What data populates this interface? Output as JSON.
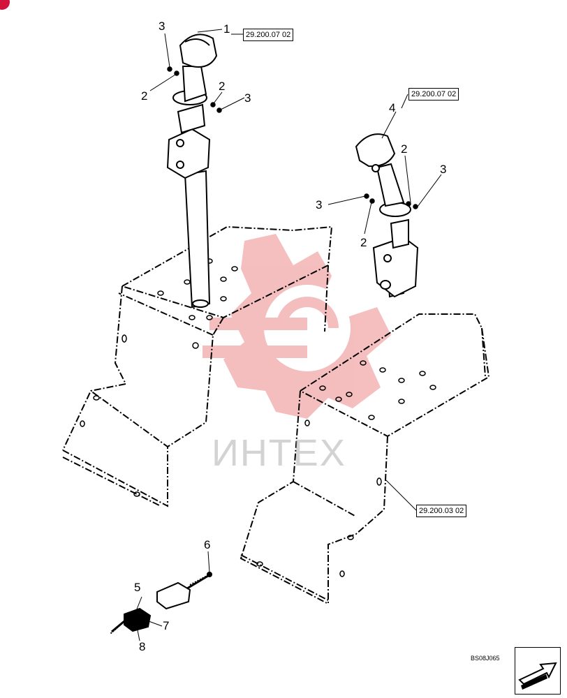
{
  "references": {
    "ref_top_left": "29.200.07 02",
    "ref_right": "29.200.07 02",
    "ref_bottom": "29.200.03 02"
  },
  "callouts": {
    "n1": "1",
    "n2a": "2",
    "n2b": "2",
    "n2c": "2",
    "n2d": "2",
    "n3a": "3",
    "n3b": "3",
    "n3c": "3",
    "n3d": "3",
    "n4": "4",
    "n5": "5",
    "n6": "6",
    "n7": "7",
    "n8": "8"
  },
  "watermark": {
    "text": "ИНТЕХ"
  },
  "drawing_code": "BS08J065",
  "icons": {
    "nav": "arrow-next-icon",
    "logo": "gear-logo-icon",
    "badge": "corner-badge-icon"
  },
  "colors": {
    "line": "#000000",
    "watermark_logo": "#f2a9a9",
    "badge": "#d2143a"
  }
}
